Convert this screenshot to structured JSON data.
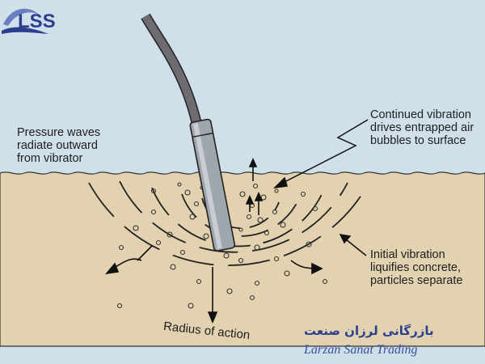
{
  "labels": {
    "pressure_waves": "Pressure waves\nradiate outward\nfrom vibrator",
    "continued_vibration": "Continued vibration\ndrives entrapped air\nbubbles to surface",
    "initial_vibration": "Initial vibration\nliquifies concrete,\nparticles separate",
    "radius_of_action": "Radius of action"
  },
  "logo": {
    "persian_text": "بازرگانی لرزان صنعت",
    "english_text": "Larzan Sanat Trading",
    "mark_text": "LSS"
  },
  "colors": {
    "sky": "#cfe0ea",
    "concrete": "#e2d2b0",
    "outline": "#222222",
    "hose": "#6e6c72",
    "probe": "#9fa6ad",
    "logo_blue": "#2a3f8f"
  }
}
